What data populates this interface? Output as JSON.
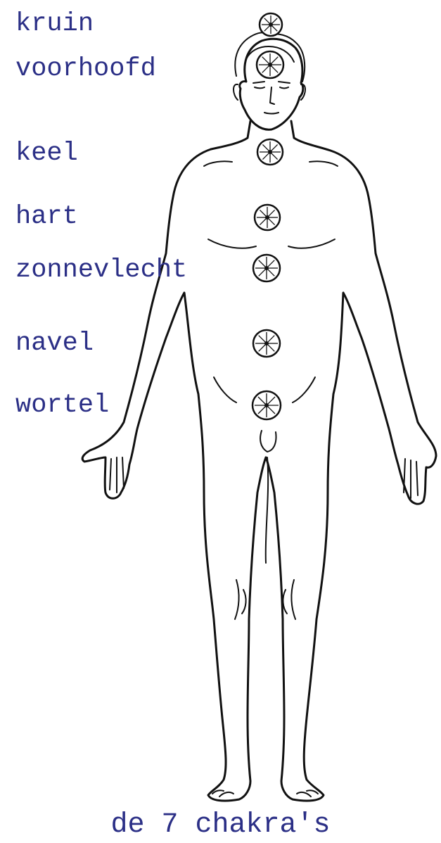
{
  "diagram": {
    "chakras": [
      {
        "id": "crown",
        "label": "kruin"
      },
      {
        "id": "forehead",
        "label": "voorhoofd"
      },
      {
        "id": "throat",
        "label": "keel"
      },
      {
        "id": "heart",
        "label": "hart"
      },
      {
        "id": "solar-plexus",
        "label": "zonnevlecht"
      },
      {
        "id": "navel",
        "label": "navel"
      },
      {
        "id": "root",
        "label": "wortel"
      }
    ],
    "caption": "de 7 chakra's",
    "colors": {
      "label_text": "#2b2f86",
      "line_art": "#111111",
      "background": "#ffffff"
    }
  }
}
